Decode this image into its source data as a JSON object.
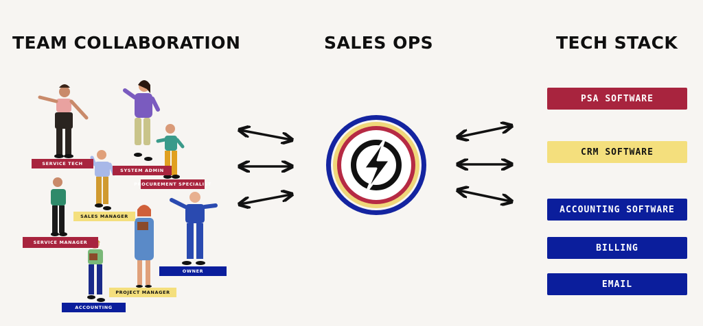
{
  "headings": {
    "team": "TEAM COLLABORATION",
    "sales": "SALES OPS",
    "tech": "TECH STACK"
  },
  "roles": [
    {
      "label": "SERVICE TECH",
      "color": "red"
    },
    {
      "label": "SYSTEM ADMIN",
      "color": "red"
    },
    {
      "label": "PROCUREMENT SPECIALIST",
      "color": "red"
    },
    {
      "label": "SALES MANAGER",
      "color": "yellow"
    },
    {
      "label": "SERVICE MANAGER",
      "color": "red"
    },
    {
      "label": "OWNER",
      "color": "blue"
    },
    {
      "label": "PROJECT MANAGER",
      "color": "yellow"
    },
    {
      "label": "ACCOUNTING",
      "color": "blue"
    }
  ],
  "tech_stack": [
    {
      "label": "PSA SOFTWARE",
      "color": "red"
    },
    {
      "label": "CRM SOFTWARE",
      "color": "yellow"
    },
    {
      "label": "ACCOUNTING SOFTWARE",
      "color": "blue"
    },
    {
      "label": "BILLING",
      "color": "blue"
    },
    {
      "label": "EMAIL",
      "color": "blue"
    }
  ],
  "colors": {
    "red": "#a8243e",
    "yellow": "#f4df7d",
    "blue": "#0b1e9c",
    "background": "#f7f5f2"
  },
  "icons": {
    "hub": "lightning-bolt-logo",
    "connector": "double-headed-arrow"
  }
}
